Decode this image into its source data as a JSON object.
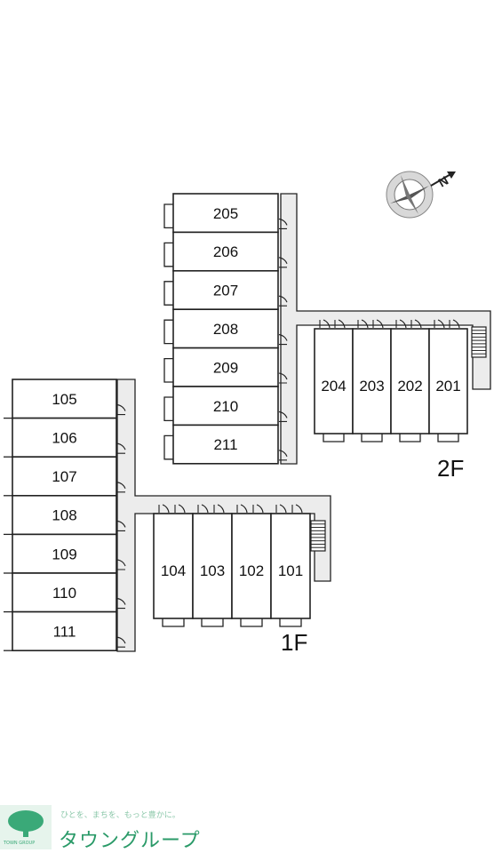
{
  "floors": {
    "second": {
      "label": "2F",
      "vertical_rooms": [
        "205",
        "206",
        "207",
        "208",
        "209",
        "210",
        "211"
      ],
      "horizontal_rooms": [
        "204",
        "203",
        "202",
        "201"
      ]
    },
    "first": {
      "label": "1F",
      "vertical_rooms": [
        "105",
        "106",
        "107",
        "108",
        "109",
        "110",
        "111"
      ],
      "horizontal_rooms": [
        "104",
        "103",
        "102",
        "101"
      ]
    }
  },
  "compass": {
    "north_label": "N",
    "icon": "compass-rose-icon"
  },
  "footer": {
    "tagline": "ひとを、まちを、もっと豊かに。",
    "brand": "タウングループ",
    "logo_text": "TOWN GROUP"
  },
  "colors": {
    "walkway": "#ececec",
    "line": "#222222",
    "brand": "#2a9a68"
  }
}
